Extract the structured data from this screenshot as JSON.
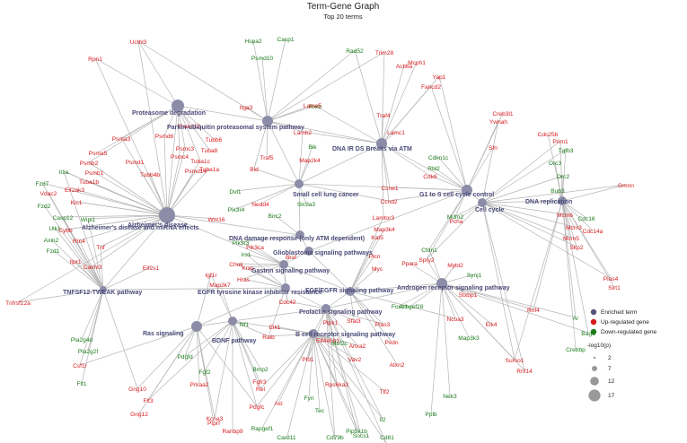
{
  "title": "Term-Gene Graph",
  "subtitle": "Top 20 terms",
  "colors": {
    "term": "#8c8ca8",
    "up": "#d7191c",
    "down": "#1a7a1a",
    "edge": "#b5b5b5"
  },
  "legend": {
    "items": [
      {
        "label": "Enriched term",
        "color": "#55557a"
      },
      {
        "label": "Up-regulated gene",
        "color": "#d7191c"
      },
      {
        "label": "Down-regulated gene",
        "color": "#1a7a1a"
      }
    ],
    "size_title": "-log10(p)",
    "sizes": [
      "2",
      "7",
      "12",
      "17"
    ]
  },
  "terms": [
    {
      "id": "T1",
      "label": "Proteasome degradation"
    },
    {
      "id": "T2",
      "label": "Parkin-ubiquitin proteasomal system pathway"
    },
    {
      "id": "T3",
      "label": "DNA IR DS Breaks via ATM"
    },
    {
      "id": "T4",
      "label": "Small cell lung cancer"
    },
    {
      "id": "T5",
      "label": "G1 to S cell cycle control"
    },
    {
      "id": "T6",
      "label": "Cell cycle"
    },
    {
      "id": "T7",
      "label": "DNA replication"
    },
    {
      "id": "T8",
      "label": "Alzheimer's disease and miRNA effects"
    },
    {
      "id": "T9",
      "label": "Alzheimer's disease"
    },
    {
      "id": "T10",
      "label": "DNA damage response (only ATM dependent)"
    },
    {
      "id": "T11",
      "label": "Glioblastoma signaling pathways"
    },
    {
      "id": "T12",
      "label": "Gastrin signaling pathway"
    },
    {
      "id": "T13",
      "label": "EGFR tyrosine kinase inhibitor resistance"
    },
    {
      "id": "T14",
      "label": "EGF/EGFR signaling pathway"
    },
    {
      "id": "T15",
      "label": "Androgen receptor signaling pathway"
    },
    {
      "id": "T16",
      "label": "TNFSF12-TWEAK pathway"
    },
    {
      "id": "T17",
      "label": "Prolactin signaling pathway"
    },
    {
      "id": "T18",
      "label": "Ras signaling"
    },
    {
      "id": "T19",
      "label": "BDNF pathway"
    },
    {
      "id": "T20",
      "label": "B cell receptor signaling pathway"
    }
  ],
  "genes": [
    {
      "label": "Ucthl3",
      "type": "up"
    },
    {
      "label": "Hspa2",
      "type": "down"
    },
    {
      "label": "Casp1",
      "type": "down"
    },
    {
      "label": "Rpn1",
      "type": "up"
    },
    {
      "label": "Psmd10",
      "type": "down"
    },
    {
      "label": "Rad52",
      "type": "down"
    },
    {
      "label": "Trim28",
      "type": "up"
    },
    {
      "label": "Actl6a",
      "type": "up"
    },
    {
      "label": "Mcph1",
      "type": "up"
    },
    {
      "label": "Yap1",
      "type": "up"
    },
    {
      "label": "Fancd2",
      "type": "up"
    },
    {
      "label": "Itga3",
      "type": "up"
    },
    {
      "label": "Rxrb",
      "type": "down"
    },
    {
      "label": "Lama5",
      "type": "up"
    },
    {
      "label": "Traf4",
      "type": "up"
    },
    {
      "label": "Lamb2",
      "type": "up"
    },
    {
      "label": "Lamc1",
      "type": "up"
    },
    {
      "label": "Creb3l1",
      "type": "up"
    },
    {
      "label": "Ywhah",
      "type": "up"
    },
    {
      "label": "Cdc25b",
      "type": "up"
    },
    {
      "label": "Prim1",
      "type": "up"
    },
    {
      "label": "Tgfb3",
      "type": "down"
    },
    {
      "label": "Sfn",
      "type": "up"
    },
    {
      "label": "Orc3",
      "type": "down"
    },
    {
      "label": "Orc2",
      "type": "down"
    },
    {
      "label": "Psma3",
      "type": "up"
    },
    {
      "label": "Psmd12",
      "type": "up"
    },
    {
      "label": "Psmd6",
      "type": "up"
    },
    {
      "label": "Tubb6",
      "type": "up"
    },
    {
      "label": "Psma5",
      "type": "up"
    },
    {
      "label": "Psmb2",
      "type": "up"
    },
    {
      "label": "Psmb1",
      "type": "up"
    },
    {
      "label": "Psmd1",
      "type": "up"
    },
    {
      "label": "Psmc3",
      "type": "up"
    },
    {
      "label": "Tuba8",
      "type": "up"
    },
    {
      "label": "Psmc4",
      "type": "up"
    },
    {
      "label": "Tuba1c",
      "type": "up"
    },
    {
      "label": "Tuba1a",
      "type": "up"
    },
    {
      "label": "Bik",
      "type": "down"
    },
    {
      "label": "Tubb4b",
      "type": "up"
    },
    {
      "label": "Psmd14",
      "type": "up"
    },
    {
      "label": "Traf5",
      "type": "up"
    },
    {
      "label": "Bid",
      "type": "up"
    },
    {
      "label": "Map2k4",
      "type": "up"
    },
    {
      "label": "Cdkn1c",
      "type": "down"
    },
    {
      "label": "Il1a",
      "type": "down"
    },
    {
      "label": "Tuba1b",
      "type": "up"
    },
    {
      "label": "Rbl2",
      "type": "down"
    },
    {
      "label": "Cdk6",
      "type": "up"
    },
    {
      "label": "Bub3",
      "type": "down"
    },
    {
      "label": "Gmnn",
      "type": "up"
    },
    {
      "label": "Fzd7",
      "type": "down"
    },
    {
      "label": "Eif2ak3",
      "type": "up"
    },
    {
      "label": "Dvl1",
      "type": "down"
    },
    {
      "label": "Ccne1",
      "type": "up"
    },
    {
      "label": "Mcm6",
      "type": "up"
    },
    {
      "label": "Vdac2",
      "type": "up"
    },
    {
      "label": "Klc1",
      "type": "up"
    },
    {
      "label": "Nedd4",
      "type": "up"
    },
    {
      "label": "Slc9a3",
      "type": "down"
    },
    {
      "label": "Ccnd2",
      "type": "up"
    },
    {
      "label": "Fzd2",
      "type": "down"
    },
    {
      "label": "Pik3r4",
      "type": "down"
    },
    {
      "label": "Mcm5",
      "type": "up"
    },
    {
      "label": "Cdc16",
      "type": "down"
    },
    {
      "label": "Casp12",
      "type": "down"
    },
    {
      "label": "Wipi1",
      "type": "down"
    },
    {
      "label": "Wnt16",
      "type": "up"
    },
    {
      "label": "Birc2",
      "type": "down"
    },
    {
      "label": "Lamtor3",
      "type": "up"
    },
    {
      "label": "Mdm2",
      "type": "down"
    },
    {
      "label": "Pcna",
      "type": "up"
    },
    {
      "label": "Mcm3",
      "type": "up"
    },
    {
      "label": "Cdc14a",
      "type": "up"
    },
    {
      "label": "Ulk1",
      "type": "down"
    },
    {
      "label": "Cybb",
      "type": "up"
    },
    {
      "label": "Map3k4",
      "type": "up"
    },
    {
      "label": "Kat5",
      "type": "up"
    },
    {
      "label": "Skp2",
      "type": "up"
    },
    {
      "label": "Axin2",
      "type": "down"
    },
    {
      "label": "Rtn4",
      "type": "up"
    },
    {
      "label": "Pik3r3",
      "type": "down"
    },
    {
      "label": "Pik3ca",
      "type": "up"
    },
    {
      "label": "Fzd1",
      "type": "down"
    },
    {
      "label": "Tnf",
      "type": "up"
    },
    {
      "label": "Irs1",
      "type": "down"
    },
    {
      "label": "Braf",
      "type": "up"
    },
    {
      "label": "Cfdn1",
      "type": "down"
    },
    {
      "label": "Itpr1",
      "type": "up"
    },
    {
      "label": "Plcn",
      "type": "up"
    },
    {
      "label": "Spry2",
      "type": "up"
    },
    {
      "label": "Ppara",
      "type": "up"
    },
    {
      "label": "Mybl2",
      "type": "up"
    },
    {
      "label": "Calml3",
      "type": "up"
    },
    {
      "label": "Eif2s1",
      "type": "up"
    },
    {
      "label": "Chuk",
      "type": "up"
    },
    {
      "label": "Kras",
      "type": "up"
    },
    {
      "label": "Myc",
      "type": "up"
    },
    {
      "label": "Synj1",
      "type": "down"
    },
    {
      "label": "Hras",
      "type": "up"
    },
    {
      "label": "Pias4",
      "type": "up"
    },
    {
      "label": "Sirt1",
      "type": "up"
    },
    {
      "label": "Igf1r",
      "type": "up"
    },
    {
      "label": "Stxbp1",
      "type": "up"
    },
    {
      "label": "Map3k7",
      "type": "up"
    },
    {
      "label": "Cdc42",
      "type": "up"
    },
    {
      "label": "Foxo1",
      "type": "down"
    },
    {
      "label": "Arhgef28",
      "type": "down"
    },
    {
      "label": "Tnfrsf12a",
      "type": "up"
    },
    {
      "label": "Ptpk1",
      "type": "up"
    },
    {
      "label": "Sfat3",
      "type": "up"
    },
    {
      "label": "Rnf4",
      "type": "up"
    },
    {
      "label": "Nf1",
      "type": "down"
    },
    {
      "label": "Elk1",
      "type": "up"
    },
    {
      "label": "Pias3",
      "type": "up"
    },
    {
      "label": "Ncoa3",
      "type": "up"
    },
    {
      "label": "Elk4",
      "type": "up"
    },
    {
      "label": "Ar",
      "type": "down"
    },
    {
      "label": "Map3k3",
      "type": "down"
    },
    {
      "label": "Pla2g4d",
      "type": "down"
    },
    {
      "label": "Ralb",
      "type": "up"
    },
    {
      "label": "Eif4ebp1",
      "type": "up"
    },
    {
      "label": "Mef2c",
      "type": "down"
    },
    {
      "label": "Bag1",
      "type": "down"
    },
    {
      "label": "Pla2g2f",
      "type": "down"
    },
    {
      "label": "Pdgfd",
      "type": "down"
    },
    {
      "label": "Anxa2",
      "type": "up"
    },
    {
      "label": "Pxdn",
      "type": "up"
    },
    {
      "label": "Crebbp",
      "type": "down"
    },
    {
      "label": "Csf1r",
      "type": "up"
    },
    {
      "label": "Fgf2",
      "type": "down"
    },
    {
      "label": "Bmp2",
      "type": "down"
    },
    {
      "label": "Pld1",
      "type": "up"
    },
    {
      "label": "Vav2",
      "type": "up"
    },
    {
      "label": "Atxn2",
      "type": "up"
    },
    {
      "label": "Sumo1",
      "type": "up"
    },
    {
      "label": "Flt1",
      "type": "down"
    },
    {
      "label": "Fgfr3",
      "type": "up"
    },
    {
      "label": "Rps6ka3",
      "type": "up"
    },
    {
      "label": "Tlf2",
      "type": "up"
    },
    {
      "label": "Rnf14",
      "type": "up"
    },
    {
      "label": "Gng10",
      "type": "up"
    },
    {
      "label": "Prkaa2",
      "type": "up"
    },
    {
      "label": "Fyn",
      "type": "down"
    },
    {
      "label": "Flt3",
      "type": "up"
    },
    {
      "label": "Rel",
      "type": "up"
    },
    {
      "label": "Tec",
      "type": "down"
    },
    {
      "label": "Il2",
      "type": "down"
    },
    {
      "label": "Nek3",
      "type": "down"
    },
    {
      "label": "Gng12",
      "type": "up"
    },
    {
      "label": "Pdgfc",
      "type": "up"
    },
    {
      "label": "Rapgef1",
      "type": "down"
    },
    {
      "label": "Axl",
      "type": "up"
    },
    {
      "label": "Pip5k1b",
      "type": "down"
    },
    {
      "label": "Pplb",
      "type": "down"
    },
    {
      "label": "Kcna3",
      "type": "up"
    },
    {
      "label": "Socs1",
      "type": "down"
    },
    {
      "label": "Ptprf",
      "type": "up"
    },
    {
      "label": "Card11",
      "type": "down"
    },
    {
      "label": "Cd79b",
      "type": "down"
    },
    {
      "label": "Cd81",
      "type": "down"
    },
    {
      "label": "Ranbp9",
      "type": "up"
    }
  ]
}
